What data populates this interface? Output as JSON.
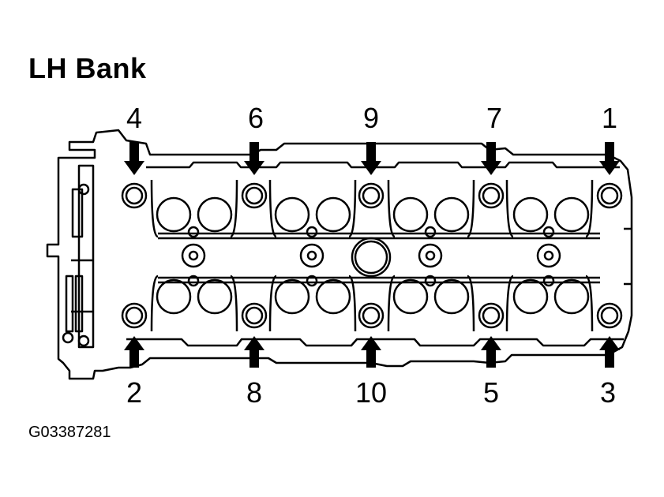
{
  "title": "LH Bank",
  "figure_id": "G03387281",
  "top_bolts": [
    "4",
    "6",
    "9",
    "7",
    "1"
  ],
  "bottom_bolts": [
    "2",
    "8",
    "10",
    "5",
    "3"
  ],
  "colors": {
    "ink": "#000000",
    "background": "#ffffff"
  }
}
